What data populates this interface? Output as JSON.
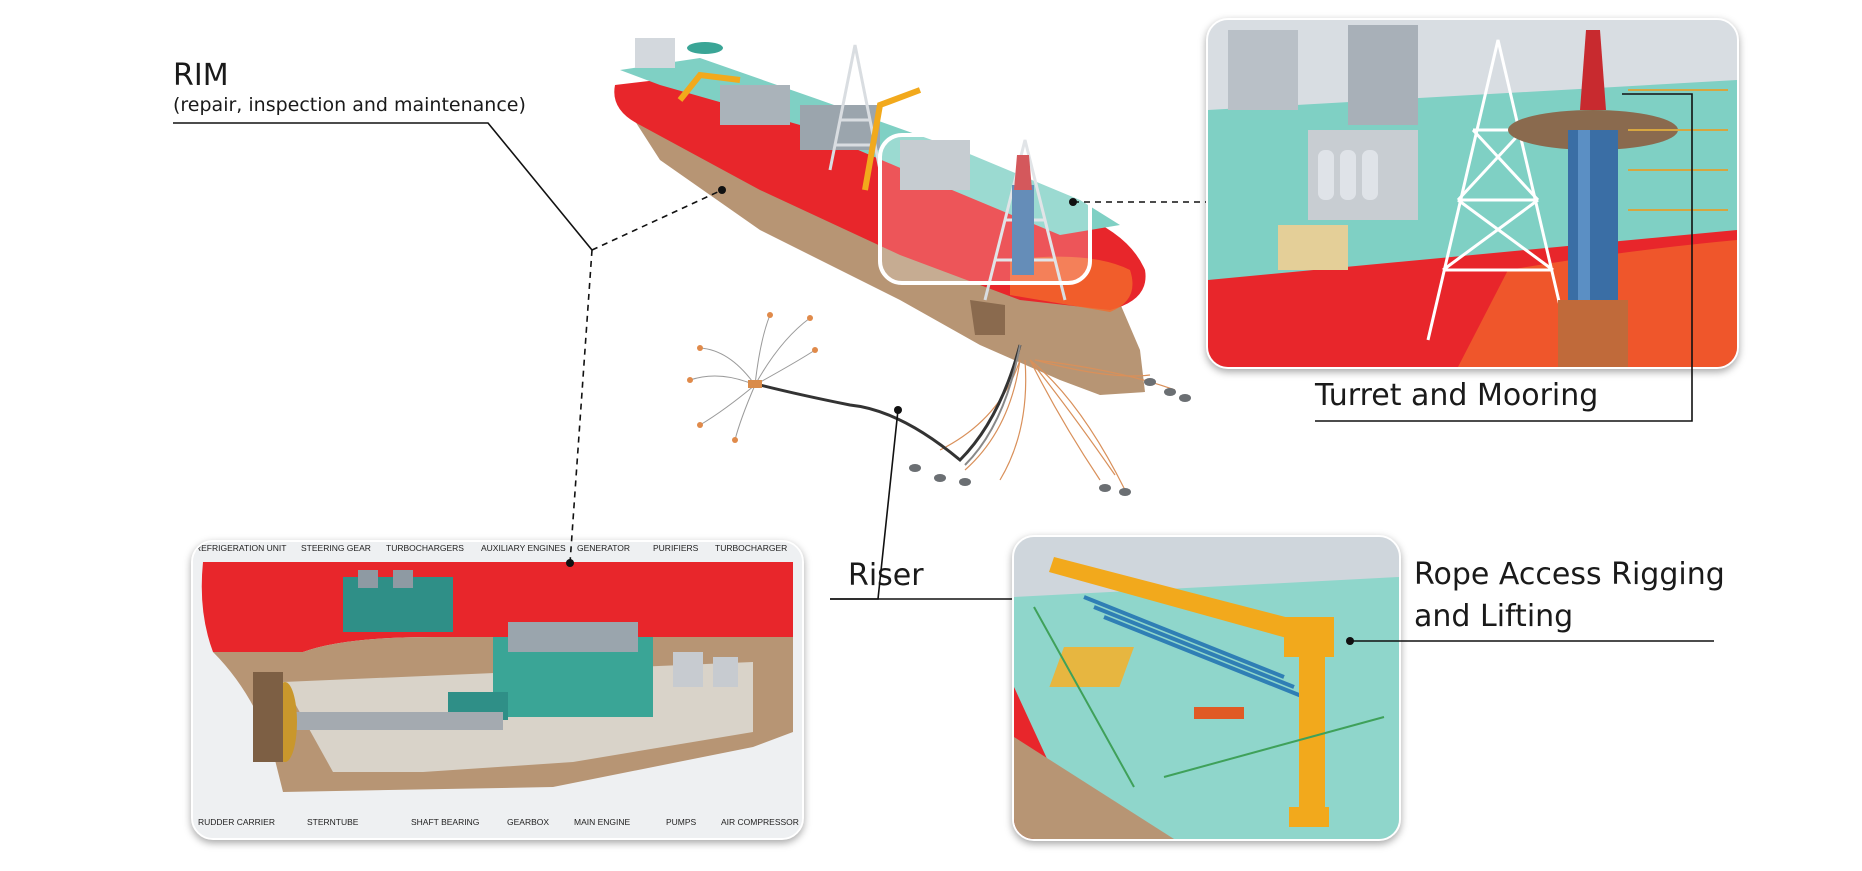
{
  "rim": {
    "title": "RIM",
    "subtitle": "(repair, inspection and maintenance)"
  },
  "turret": {
    "label": "Turret and Mooring"
  },
  "riser": {
    "label": "Riser"
  },
  "rope": {
    "label_line1": "Rope Access Rigging",
    "label_line2": "and Lifting"
  },
  "engine_room": {
    "top_labels": [
      "REFRIGERATION UNIT",
      "STEERING GEAR",
      "TURBOCHARGERS",
      "AUXILIARY ENGINES",
      "GENERATOR",
      "PURIFIERS",
      "TURBOCHARGER"
    ],
    "bottom_labels": [
      "RUDDER CARRIER",
      "STERNTUBE",
      "SHAFT BEARING",
      "GEARBOX",
      "MAIN ENGINE",
      "PUMPS",
      "AIR COMPRESSOR"
    ]
  },
  "colors": {
    "hull_red": "#e8262b",
    "hull_tan": "#b79574",
    "deck_teal": "#7fd0c4",
    "crane_yellow": "#f2a91c",
    "turret_blue": "#3a6ea5",
    "leader_line": "#111111"
  }
}
